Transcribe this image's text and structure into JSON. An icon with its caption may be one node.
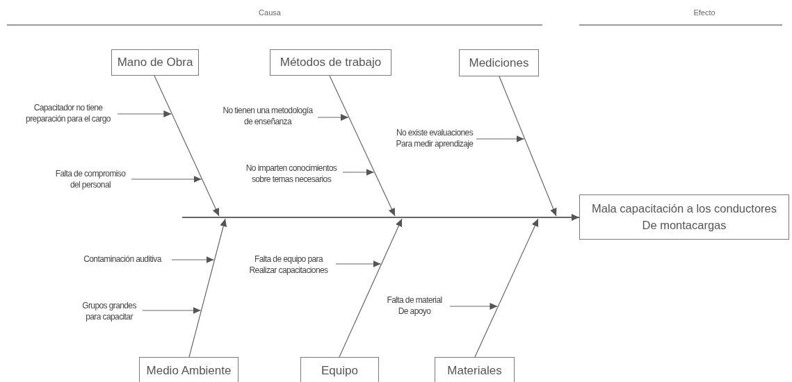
{
  "diagram": {
    "nodes": [
      {
        "text": [
          "Mano de Obra"
        ]
      },
      {
        "text": [
          "Métodos de trabajo"
        ]
      },
      {
        "text": [
          "Mediciones"
        ]
      },
      {
        "text": [
          "Capacitador no tiene preparación para el cargo"
        ]
      },
      {
        "text": [
          "No tienen una metodología de enseñanza"
        ]
      },
      {
        "text": [
          "No existe evaluaciones Para medir aprendizaje"
        ]
      },
      {
        "text": [
          "Falta de compromiso del personal"
        ]
      },
      {
        "text": [
          "No imparten conocimientos sobre temas necesarios"
        ]
      },
      {
        "text": [
          "Mala capacitación a los conductores De montacargas"
        ]
      },
      {
        "text": [
          "Contaminación auditiva"
        ]
      },
      {
        "text": [
          "Falta de equipo para Realizar capacitaciones"
        ]
      },
      {
        "text": [
          "Grupos grandes para capacitar"
        ]
      },
      {
        "text": [
          "Falta de material De apoyo"
        ]
      },
      {
        "text": [
          "Medio Ambiente"
        ]
      },
      {
        "text": [
          "Equipo"
        ]
      },
      {
        "text": [
          "Materiales"
        ]
      }
    ],
    "edges": [
      {
        "from": null,
        "to": 8,
        "arrow": "to"
      },
      {
        "from": 0,
        "to": null,
        "arrow": "to"
      },
      {
        "from": 1,
        "to": null,
        "arrow": "to"
      },
      {
        "from": 2,
        "to": null,
        "arrow": "to"
      },
      {
        "from": 13,
        "to": null,
        "arrow": "to"
      },
      {
        "from": 14,
        "to": null,
        "arrow": "to"
      },
      {
        "from": 15,
        "to": null,
        "arrow": "to"
      },
      {
        "from": 3,
        "to": null,
        "arrow": "to"
      },
      {
        "from": 6,
        "to": null,
        "arrow": "to"
      },
      {
        "from": 4,
        "to": null,
        "arrow": "to"
      },
      {
        "from": 7,
        "to": null,
        "arrow": "to"
      },
      {
        "from": 5,
        "to": null,
        "arrow": "to"
      },
      {
        "from": 9,
        "to": null,
        "arrow": "to"
      },
      {
        "from": 11,
        "to": null,
        "arrow": "to"
      },
      {
        "from": 10,
        "to": null,
        "arrow": "to"
      },
      {
        "from": 12,
        "to": null,
        "arrow": "to"
      }
    ],
    "labels": [
      "Causa",
      "Efecto"
    ]
  }
}
